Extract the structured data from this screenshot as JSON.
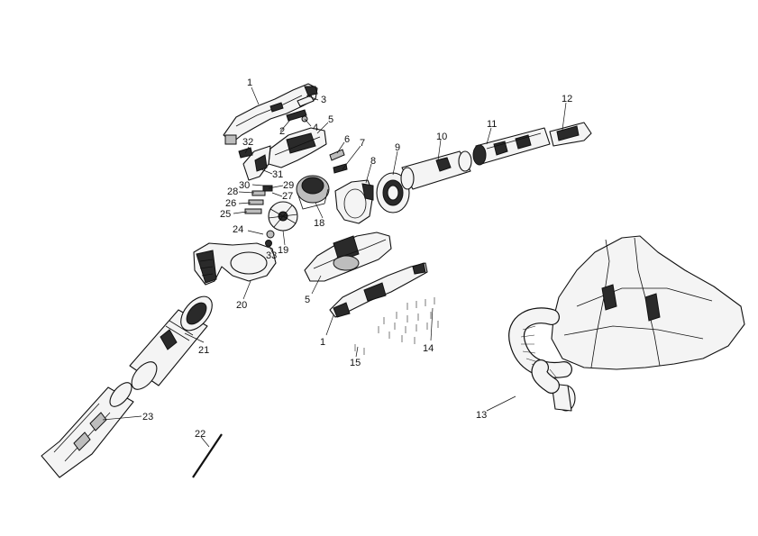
{
  "callouts": {
    "c1a": "1",
    "c1b": "1",
    "c2": "2",
    "c3": "3",
    "c4": "4",
    "c5a": "5",
    "c5b": "5",
    "c6": "6",
    "c7": "7",
    "c8": "8",
    "c9": "9",
    "c10": "10",
    "c11": "11",
    "c12": "12",
    "c13": "13",
    "c14": "14",
    "c15": "15",
    "c18": "18",
    "c19": "19",
    "c20": "20",
    "c21": "21",
    "c22": "22",
    "c23": "23",
    "c24": "24",
    "c25": "25",
    "c26": "26",
    "c27": "27",
    "c28": "28",
    "c29": "29",
    "c30": "30",
    "c31": "31",
    "c32": "32",
    "c33": "33"
  }
}
